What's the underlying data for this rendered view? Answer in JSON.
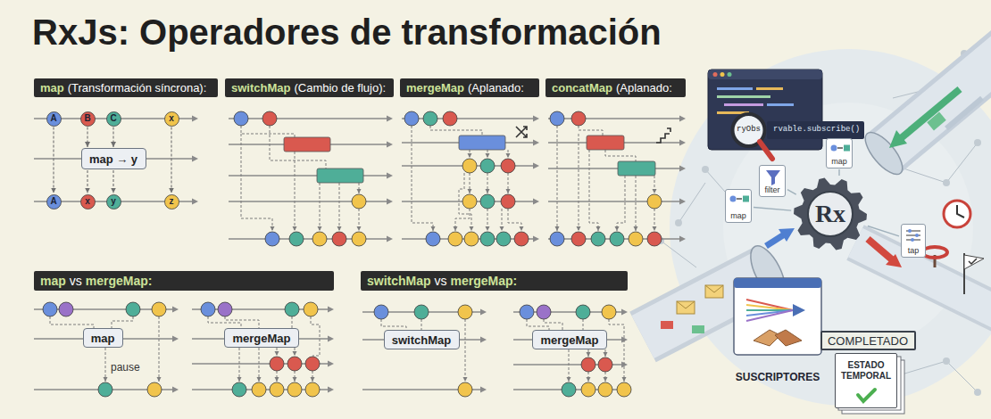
{
  "diagram": {
    "title": "RxJs: Operadores de transformación",
    "nodes": [
      {
        "text": [
          "map",
          "(Transformación síncrona):"
        ]
      },
      {
        "text": [
          "switchMap",
          "(Cambio de flujo):"
        ]
      },
      {
        "text": [
          "mergeMap",
          "(Aplanado:"
        ]
      },
      {
        "text": [
          "concatMap",
          "(Aplanado:"
        ]
      },
      {
        "text": [
          "A"
        ]
      },
      {
        "text": [
          "B"
        ]
      },
      {
        "text": [
          "C"
        ]
      },
      {
        "text": [
          "x"
        ]
      },
      {
        "text": [
          "map → y"
        ]
      },
      {
        "text": [
          "A"
        ]
      },
      {
        "text": [
          "x"
        ]
      },
      {
        "text": [
          "y"
        ]
      },
      {
        "text": [
          "z"
        ]
      },
      {
        "text": [
          "map",
          "vs",
          "mergeMap:"
        ]
      },
      {
        "text": [
          "switchMap",
          "vs",
          "mergeMap:"
        ]
      },
      {
        "text": [
          "map"
        ]
      },
      {
        "text": [
          "mergeMap"
        ]
      },
      {
        "text": [
          "switchMap"
        ]
      },
      {
        "text": [
          "mergeMap"
        ]
      },
      {
        "text": [
          "ryObs",
          "rvable.subscribe()"
        ]
      },
      {
        "text": [
          "map"
        ]
      },
      {
        "text": [
          "filter"
        ]
      },
      {
        "text": [
          "map"
        ]
      },
      {
        "text": [
          "Rx"
        ]
      },
      {
        "text": [
          "tap"
        ]
      },
      {
        "text": [
          "SUSCRIPTORES"
        ]
      },
      {
        "text": [
          "COMPLETADO"
        ]
      },
      {
        "text": [
          "ESTADO TEMPORAL"
        ]
      }
    ],
    "edges": [
      {
        "from": 4,
        "to": 9,
        "arrow": "to"
      },
      {
        "from": 5,
        "to": 8,
        "arrow": "to"
      },
      {
        "from": 6,
        "to": 8,
        "arrow": "to"
      },
      {
        "from": 8,
        "to": 10,
        "arrow": "to"
      },
      {
        "from": 8,
        "to": 11,
        "arrow": "to"
      },
      {
        "from": 7,
        "to": 12,
        "arrow": "to"
      },
      {
        "from": 23,
        "to": 20,
        "arrow": "none"
      },
      {
        "from": 23,
        "to": 21,
        "arrow": "none"
      },
      {
        "from": 23,
        "to": 22,
        "arrow": "none"
      },
      {
        "from": 23,
        "to": 24,
        "arrow": "none"
      }
    ],
    "labels": [
      "pause"
    ]
  }
}
